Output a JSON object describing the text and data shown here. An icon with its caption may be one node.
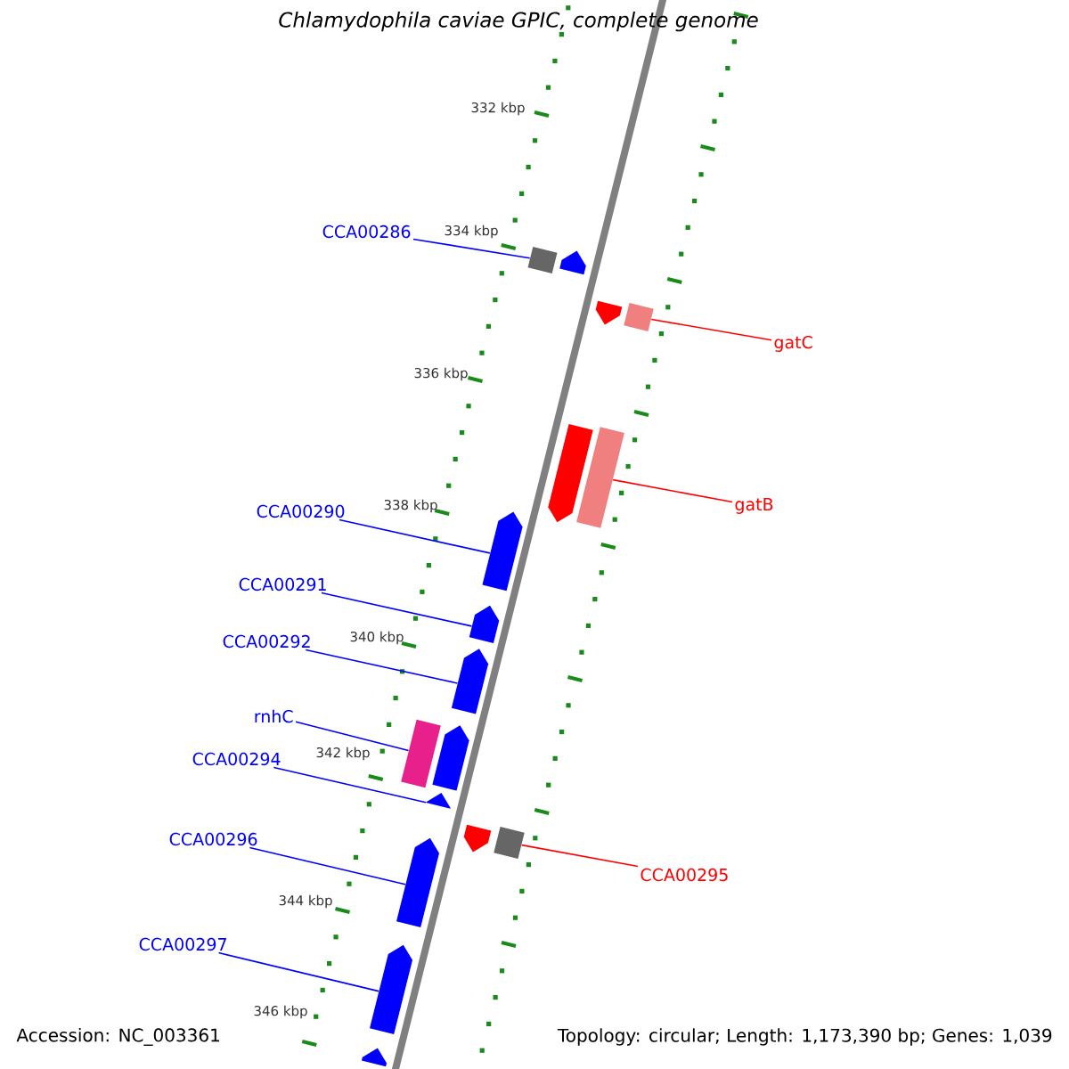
{
  "diagram": {
    "title": "*Chlamydophila caviae* GPIC, complete genome",
    "nodes": [
      {
        "text": [
          "CCA00286"
        ]
      },
      {
        "text": [
          "gatC"
        ]
      },
      {
        "text": [
          "gatB"
        ]
      },
      {
        "text": [
          "CCA00290"
        ]
      },
      {
        "text": [
          "CCA00291"
        ]
      },
      {
        "text": [
          "CCA00292"
        ]
      },
      {
        "text": [
          "rnhC"
        ]
      },
      {
        "text": [
          "CCA00294"
        ]
      },
      {
        "text": [
          "CCA00296"
        ]
      },
      {
        "text": [
          "CCA00295"
        ]
      },
      {
        "text": [
          "CCA00297"
        ]
      },
      {
        "text": [],
        "shape": "box"
      },
      {
        "text": [],
        "shape": "pentagon"
      },
      {
        "text": [],
        "shape": "pentagon"
      },
      {
        "text": [],
        "shape": "box"
      },
      {
        "text": [],
        "shape": "pentagon"
      },
      {
        "text": [],
        "shape": "box"
      },
      {
        "text": [],
        "shape": "pentagon"
      },
      {
        "text": [],
        "shape": "pentagon"
      },
      {
        "text": [],
        "shape": "pentagon"
      },
      {
        "text": [],
        "shape": "box"
      },
      {
        "text": [],
        "shape": "pentagon"
      },
      {
        "text": [],
        "shape": "pentagon"
      },
      {
        "text": [],
        "shape": "pentagon"
      },
      {
        "text": [],
        "shape": "box"
      },
      {
        "text": [],
        "shape": "pentagon"
      },
      {
        "text": [],
        "shape": "pentagon"
      },
      {
        "text": [],
        "shape": "pentagon"
      }
    ],
    "edges": [
      {
        "from": 0,
        "to": 11,
        "arrow": "none"
      },
      {
        "from": 1,
        "to": 14,
        "arrow": "none",
        "color": "#ff0000"
      },
      {
        "from": 2,
        "to": 16,
        "arrow": "none",
        "color": "#ff0000"
      },
      {
        "from": 3,
        "to": 17,
        "arrow": "none"
      },
      {
        "from": 4,
        "to": 18,
        "arrow": "none"
      },
      {
        "from": 5,
        "to": 19,
        "arrow": "none"
      },
      {
        "from": 6,
        "to": 20,
        "arrow": "none"
      },
      {
        "from": 7,
        "to": 22,
        "arrow": "none"
      },
      {
        "from": 8,
        "to": 25,
        "arrow": "none"
      },
      {
        "from": 9,
        "to": 24,
        "arrow": "none",
        "color": "#ff0000"
      },
      {
        "from": 10,
        "to": 26,
        "arrow": "none"
      }
    ],
    "labels": [
      "332 kbp",
      "334 kbp",
      "336 kbp",
      "338 kbp",
      "340 kbp",
      "342 kbp",
      "344 kbp",
      "346 kbp",
      "Accession: NC_003361",
      "Topology: circular; Length: 1,173,390 bp; Genes: 1,039"
    ]
  }
}
